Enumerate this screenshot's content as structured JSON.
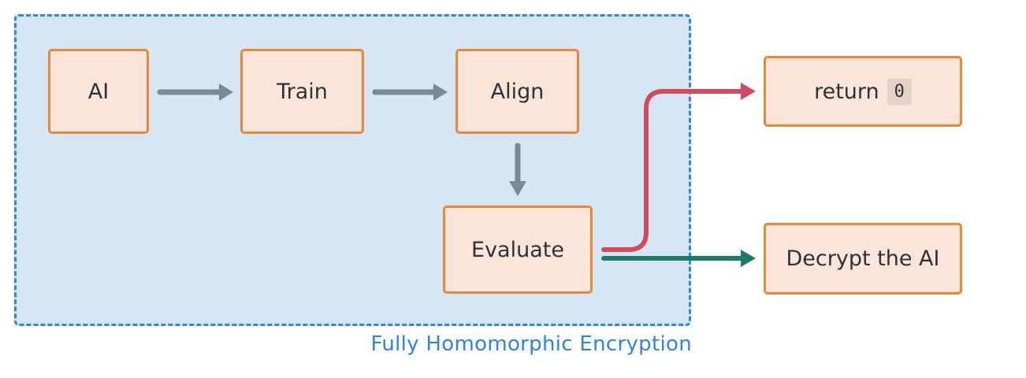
{
  "region": {
    "label": "Fully Homomorphic Encryption",
    "fill": "#d6e6f5",
    "border": "#3388d8"
  },
  "nodes": {
    "ai": "AI",
    "train": "Train",
    "align": "Align",
    "evaluate": "Evaluate",
    "return_text": "return",
    "return_code": "0",
    "decrypt": "Decrypt the AI"
  },
  "colors": {
    "node_fill": "#fae5d8",
    "node_border": "#e8873e",
    "arrow_gray": "#7a8a98",
    "arrow_red": "#d24a60",
    "arrow_green": "#1f7a68"
  }
}
